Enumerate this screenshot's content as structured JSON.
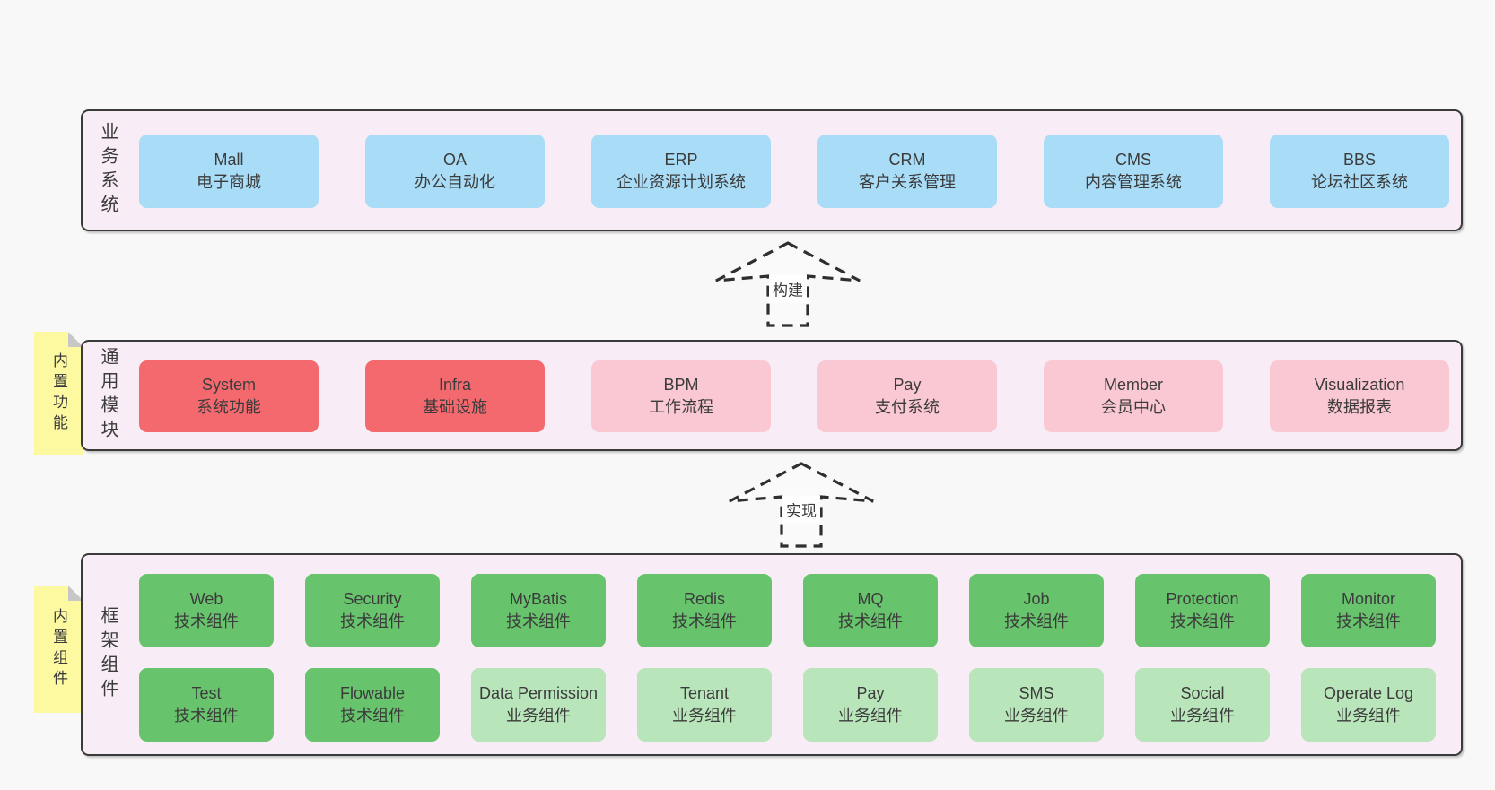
{
  "diagram": {
    "arrows": [
      {
        "label": "构建"
      },
      {
        "label": "实现"
      }
    ],
    "bands": [
      {
        "label": "业务系统",
        "boxes": [
          {
            "en": "Mall",
            "zh": "电子商城"
          },
          {
            "en": "OA",
            "zh": "办公自动化"
          },
          {
            "en": "ERP",
            "zh": "企业资源计划系统"
          },
          {
            "en": "CRM",
            "zh": "客户关系管理"
          },
          {
            "en": "CMS",
            "zh": "内容管理系统"
          },
          {
            "en": "BBS",
            "zh": "论坛社区系统"
          }
        ]
      },
      {
        "label": "通用模块",
        "sticky": "内置功能",
        "boxes": [
          {
            "en": "System",
            "zh": "系统功能"
          },
          {
            "en": "Infra",
            "zh": "基础设施"
          },
          {
            "en": "BPM",
            "zh": "工作流程"
          },
          {
            "en": "Pay",
            "zh": "支付系统"
          },
          {
            "en": "Member",
            "zh": "会员中心"
          },
          {
            "en": "Visualization",
            "zh": "数据报表"
          }
        ]
      },
      {
        "label": "框架组件",
        "sticky": "内置组件",
        "rows": [
          [
            {
              "en": "Web",
              "zh": "技术组件"
            },
            {
              "en": "Security",
              "zh": "技术组件"
            },
            {
              "en": "MyBatis",
              "zh": "技术组件"
            },
            {
              "en": "Redis",
              "zh": "技术组件"
            },
            {
              "en": "MQ",
              "zh": "技术组件"
            },
            {
              "en": "Job",
              "zh": "技术组件"
            },
            {
              "en": "Protection",
              "zh": "技术组件"
            },
            {
              "en": "Monitor",
              "zh": "技术组件"
            }
          ],
          [
            {
              "en": "Test",
              "zh": "技术组件"
            },
            {
              "en": "Flowable",
              "zh": "技术组件"
            },
            {
              "en": "Data Permission",
              "zh": "业务组件"
            },
            {
              "en": "Tenant",
              "zh": "业务组件"
            },
            {
              "en": "Pay",
              "zh": "业务组件"
            },
            {
              "en": "SMS",
              "zh": "业务组件"
            },
            {
              "en": "Social",
              "zh": "业务组件"
            },
            {
              "en": "Operate Log",
              "zh": "业务组件"
            }
          ]
        ]
      }
    ],
    "colors": {
      "page_bg": "#F8F8F8",
      "band_bg": "#F8EDF7",
      "band_border": "#3A3A3A",
      "blue_box": "#A9DCF7",
      "red_box": "#F4696E",
      "pink_box": "#FAC8D2",
      "green_box": "#68C46C",
      "light_green_box": "#B9E5BA",
      "sticky_yellow": "#FDF9A0",
      "sticky_fold": "#C7C7C7",
      "text": "#3B3B3B"
    }
  }
}
